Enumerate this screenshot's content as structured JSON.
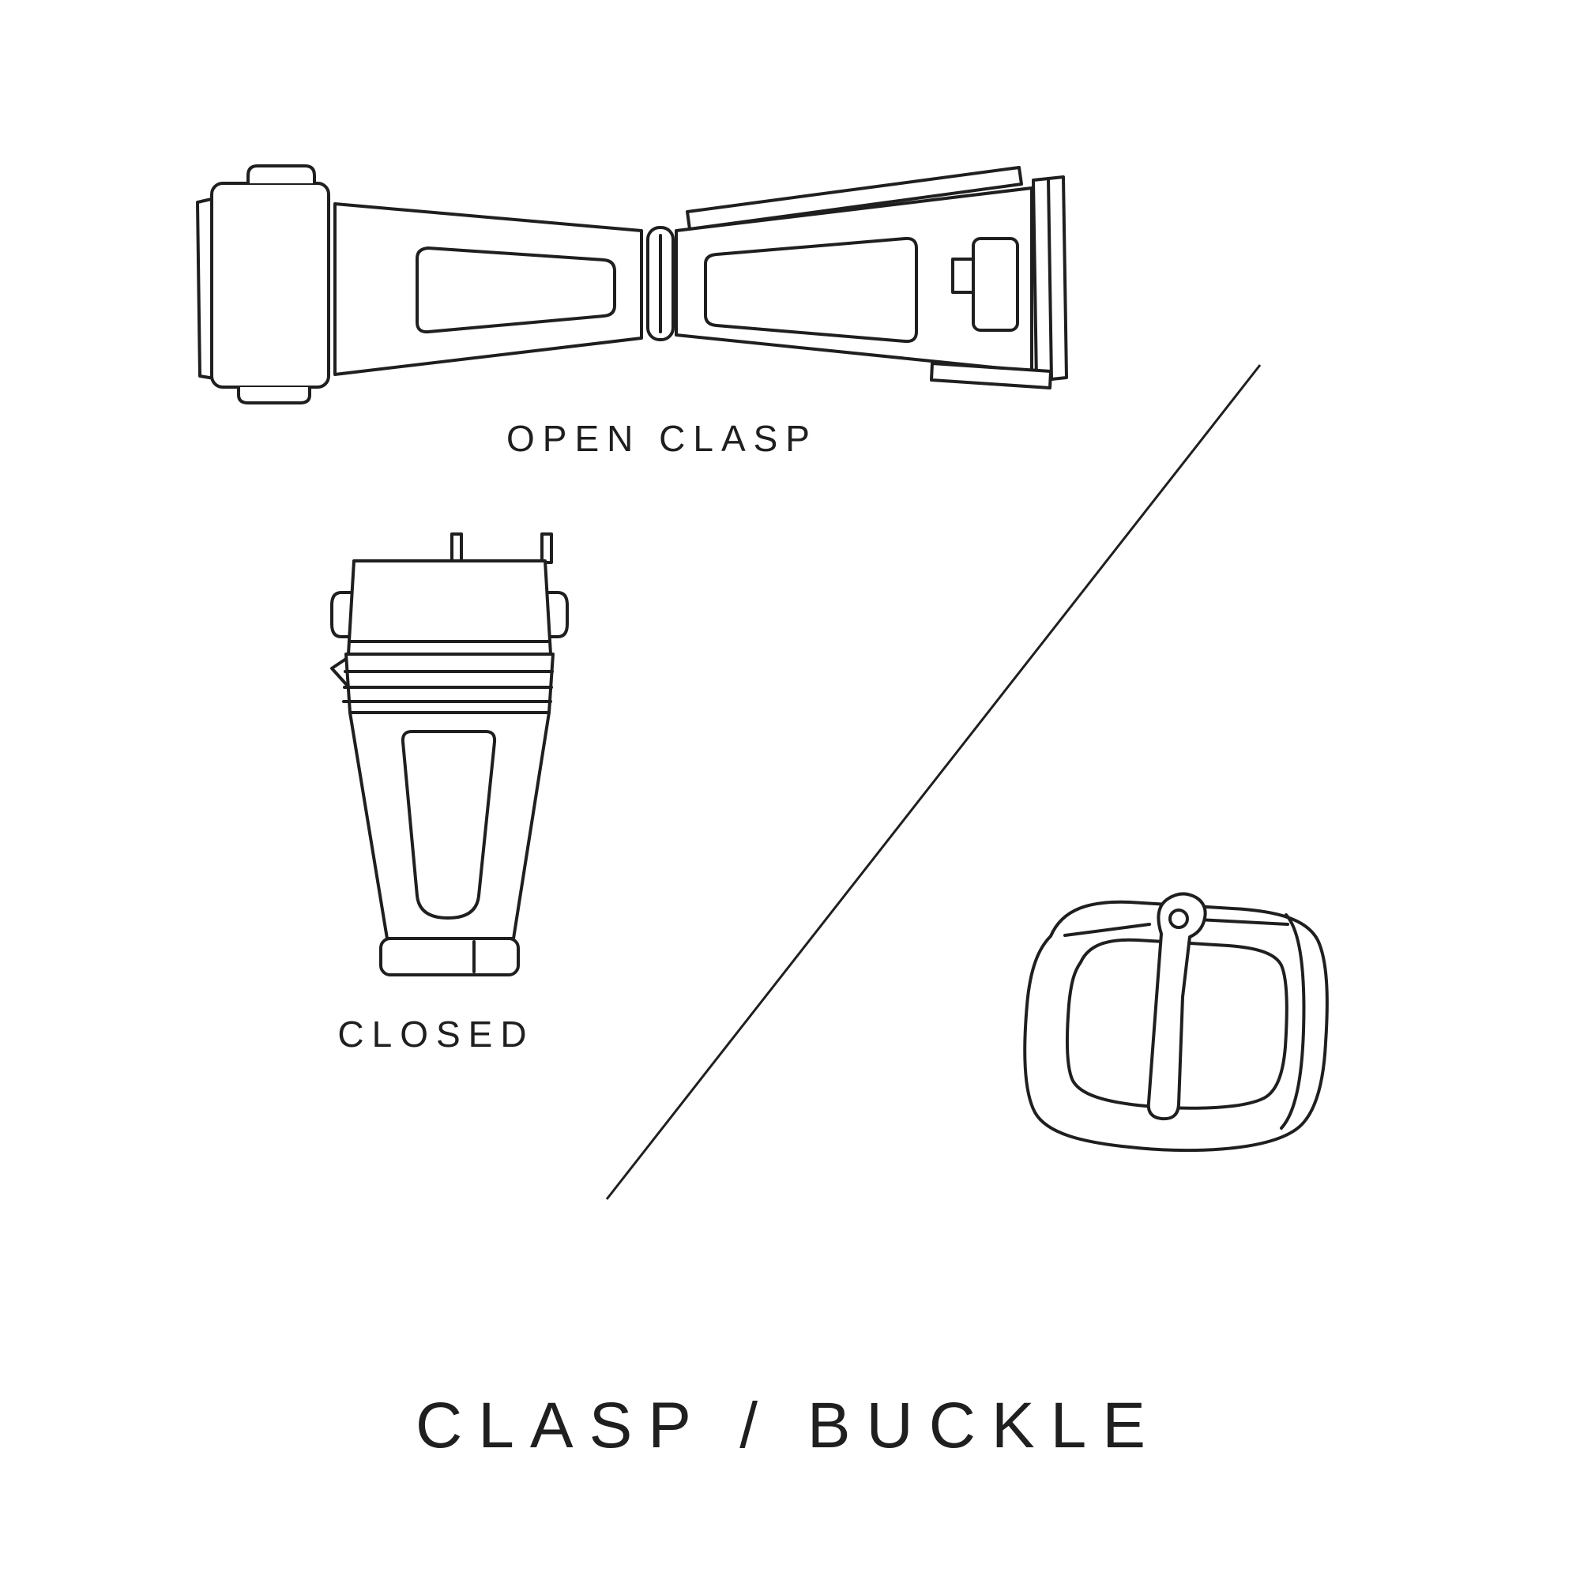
{
  "page": {
    "background": "#ffffff",
    "line_color": "#1f1f1f",
    "text_color": "#1f1f1f"
  },
  "labels": {
    "open_clasp": "OPEN CLASP",
    "closed": "CLOSED",
    "title": "CLASP / BUCKLE"
  },
  "illustrations": {
    "open_clasp": "open watch deployant clasp, unfolded, top view line drawing",
    "closed_clasp": "closed watch clasp, top view line drawing",
    "buckle": "watch strap tang buckle with pin, line drawing",
    "divider": "diagonal divider line separating clasp and buckle"
  }
}
